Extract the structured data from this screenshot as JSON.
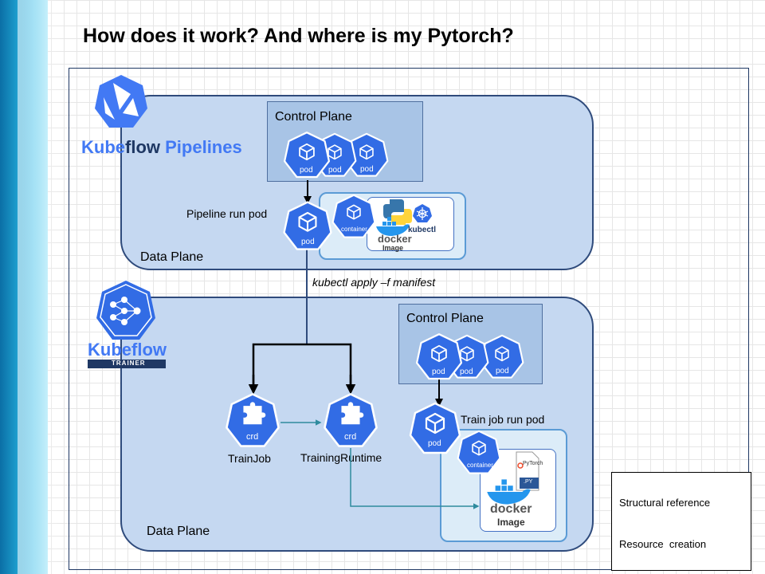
{
  "title": "How does it work? And where is my Pytorch?",
  "pipelines": {
    "logo_text_kube": "Kube",
    "logo_text_flow": "flow",
    "logo_text_pipelines": "Pipelines",
    "control_plane": "Control Plane",
    "data_plane": "Data Plane",
    "pipeline_run_pod": "Pipeline run pod",
    "pod_label": "pod",
    "container_label": "container",
    "docker_label": "docker",
    "image_label": "Image",
    "kubectl_label": "kubectl"
  },
  "edge_label": "kubectl apply –f manifest",
  "trainer": {
    "logo_text": "Kubeflow",
    "logo_badge": "TRAINER",
    "control_plane": "Control Plane",
    "data_plane": "Data Plane",
    "train_job_run_pod": "Train job run pod",
    "trainjob": "TrainJob",
    "training_runtime": "TrainingRuntime",
    "crd_label": "crd",
    "pod_label": "pod",
    "container_label": "container",
    "pytorch_label": "PyTorch",
    "py_label": ".PY",
    "docker_label": "docker",
    "image_label": "Image"
  },
  "legend": {
    "structural": "Structural reference",
    "resource": "Resource  creation"
  },
  "colors": {
    "k8s_blue": "#326ce5",
    "plane_fill": "#c5d8f1",
    "structural_line": "#2e8b9e",
    "resource_line": "#000000"
  }
}
